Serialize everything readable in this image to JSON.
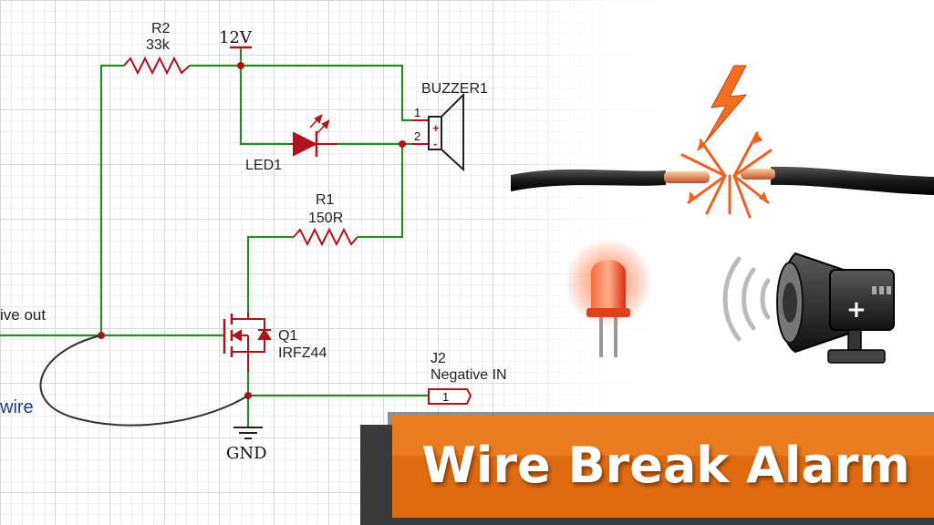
{
  "title": "Wire Break Alarm",
  "schematic": {
    "supply_label": "12V",
    "ground_label": "GND",
    "r2": {
      "ref": "R2",
      "value": "33k"
    },
    "r1": {
      "ref": "R1",
      "value": "150R"
    },
    "led": {
      "ref": "LED1"
    },
    "buzzer": {
      "ref": "BUZZER1",
      "pin1": "1",
      "pin2": "2",
      "plus": "+",
      "minus": "-"
    },
    "q1": {
      "ref": "Q1",
      "value": "IRFZ44"
    },
    "j2": {
      "ref": "J2",
      "label": "Negative IN",
      "pin": "1"
    },
    "left_label_top": "ive out",
    "left_label_wire": "wire"
  },
  "illustration": {
    "speaker_symbol": "+"
  },
  "colors": {
    "wire": "#2a8a2a",
    "component": "#b0141a",
    "banner_orange": "#e06a10",
    "loop_wire": "#333333"
  }
}
